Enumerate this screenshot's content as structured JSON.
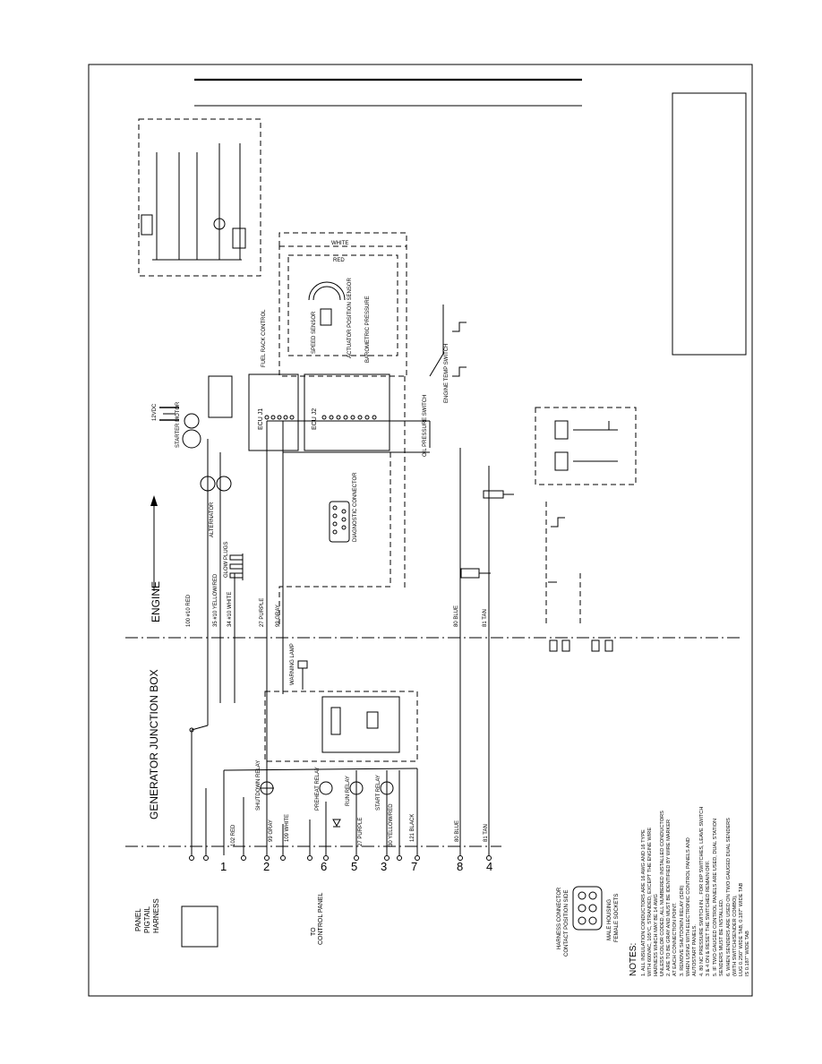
{
  "sections": {
    "engine": "ENGINE",
    "junction_box": "GENERATOR JUNCTION BOX",
    "panel_harness": [
      "PANEL",
      "PIGTAIL",
      "HARNESS"
    ],
    "to_control_panel": [
      "TO",
      "CONTROL PANEL"
    ]
  },
  "terminals": [
    "1",
    "2",
    "6",
    "5",
    "3",
    "7",
    "8",
    "4"
  ],
  "wires": {
    "w1": "102 RED",
    "w2": "99 GRAY",
    "w3": "109 WHITE",
    "w4": "27 PURPLE",
    "w5": "30 YELLOW/RED",
    "w6": "121 BLACK",
    "w7": "80 BLUE",
    "w8": "81 TAN",
    "eng1": "100 #10 RED",
    "eng2": "35 #10 YELLOW/RED",
    "eng3": "34 #10 WHITE",
    "eng4": "27 PURPLE",
    "eng5": "99 GRAY",
    "eng6": "80 BLUE",
    "eng7": "81 TAN"
  },
  "relays": {
    "shutdown": "SHUTDOWN RELAY",
    "preheat": "PREHEAT RELAY",
    "run": "RUN RELAY",
    "start": "START RELAY"
  },
  "components": {
    "ecu_j1": "ECU J1",
    "ecu_j2": "ECU J2",
    "glow_plugs": "GLOW PLUGS",
    "alternator": "ALTERNATOR",
    "starter": "STARTER MOTOR",
    "battery": "12VDC",
    "diagnostic": "DIAGNOSTIC CONNECTOR",
    "speed_sensor": "SPEED SENSOR",
    "actuator": "ACTUATOR POSITION SENSOR",
    "fuel_rack": "FUEL RACK CONTROL",
    "baro": "BAROMETRIC PRESSURE",
    "oil_pressure": "OIL PRESSURE SWITCH",
    "eng_temp": "ENGINE TEMP SWITCH",
    "warning_lamp": "WARNING LAMP",
    "white_label": "WHITE",
    "red_label": "RED"
  },
  "harness": {
    "title": "HARNESS CONNECTOR",
    "subtitle": "CONTACT POSITION SIDE",
    "mate": "MALE HOUSING",
    "female": "FEMALE SOCKETS"
  },
  "notes": {
    "title": "NOTES:",
    "lines": [
      "1. ALL INSULATION CONDUCTORS ARE 16 AWG AND 16 TYPE",
      "   WITH 600VAC, 105°C, STRANDED, EXCEPT THE ENGINE WIRE",
      "   HARNESS WHICH MAY BE 14 AWG",
      "   UNLESS COLOR CODED, ALL NUMBERED INSTALLED CONDUCTORS",
      "2. ARE TO BE GRAY AND MUST BE IDENTIFIED BY WIRE MARKER",
      "   AT EACH CONNECTION POINT.",
      "3. REMOVE SHUTDOWN RELAY (SDR)",
      "   WHEN USING WITH ELECTRONIC CONTROL PANELS AND",
      "   AUTOSTART PANELS.",
      "4. 80 NC PRESSURE SWITCH IN... FOR DIP SWITCHES, LEAVE SWITCH",
      "   3 & 4 ON & RESET THE SWITCHED REMAIN OFF.",
      "5. IF TWO GAUGED CONTROL PANELS ARE USED, DUAL STATION",
      "   SENDERS MUST BE INSTALLED.",
      "6. WHEN SENDERS ARE USED ON TWO GAUGED DUAL SENDERS",
      "   (WITH SWITCH/SENDER COMBO),",
      "   LUG 0.250\" WIDE TAB, 0.187\" WIDE TAB",
      "   IS 0.187\" WIDE TAB"
    ]
  }
}
